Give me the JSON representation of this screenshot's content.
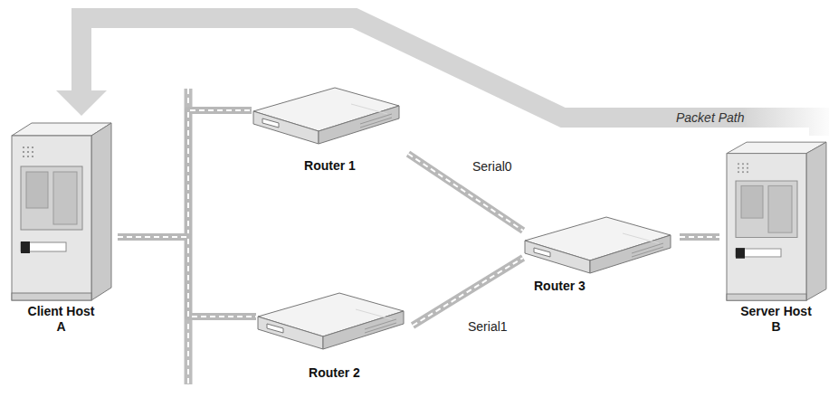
{
  "diagram": {
    "nodes": [
      {
        "text": [
          "Client Host A"
        ]
      },
      {
        "text": [
          "Router 1"
        ]
      },
      {
        "text": [
          "Router 2"
        ]
      },
      {
        "text": [
          "Router 3"
        ]
      },
      {
        "text": [
          "Server Host B"
        ]
      }
    ],
    "edges": [
      {
        "from": 0,
        "to": 1,
        "arrow": "none"
      },
      {
        "from": 0,
        "to": 2,
        "arrow": "none"
      },
      {
        "from": 1,
        "to": 3,
        "label": "Serial0",
        "arrow": "none"
      },
      {
        "from": 2,
        "to": 3,
        "label": "Serial1",
        "arrow": "none"
      },
      {
        "from": 3,
        "to": 4,
        "arrow": "none"
      },
      {
        "from": 4,
        "to": 0,
        "label": "Packet Path",
        "arrow": "to"
      }
    ]
  }
}
